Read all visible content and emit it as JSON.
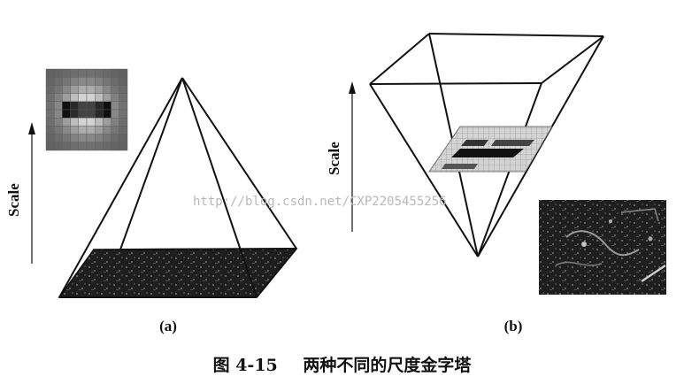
{
  "panels": [
    {
      "id": "a",
      "axis_label": "Scale",
      "panel_label": "(a)",
      "shape": "upright pyramid",
      "inset": "filter kernel"
    },
    {
      "id": "b",
      "axis_label": "Scale",
      "panel_label": "(b)",
      "shape": "inverted pyramid",
      "inset": "image"
    }
  ],
  "watermark": "http://blog.csdn.net/CXP2205455256",
  "caption": {
    "number": "图 4-15",
    "text": "两种不同的尺度金字塔"
  },
  "colors": {
    "line": "#111111",
    "image_dark": "#1c1c1c",
    "kernel_light": "#e8e8e8"
  }
}
